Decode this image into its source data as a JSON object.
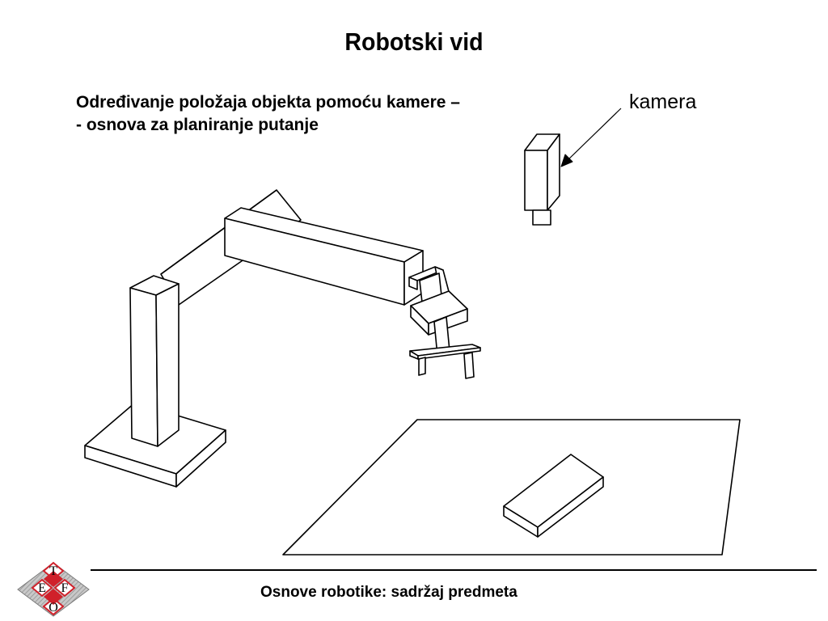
{
  "slide": {
    "title": "Robotski vid",
    "subtitle_line1": "Određivanje položaja objekta pomoću kamere –",
    "subtitle_line2": "- osnova za planiranje putanje",
    "camera_label": "kamera"
  },
  "footer": {
    "text": "Osnove robotike: sadržaj predmeta",
    "logo_letters": {
      "top": "T",
      "left": "E",
      "right": "F",
      "bottom": "O"
    }
  },
  "colors": {
    "ink": "#000000",
    "logo_red": "#d0202a",
    "logo_grey": "#9a9a9a"
  }
}
